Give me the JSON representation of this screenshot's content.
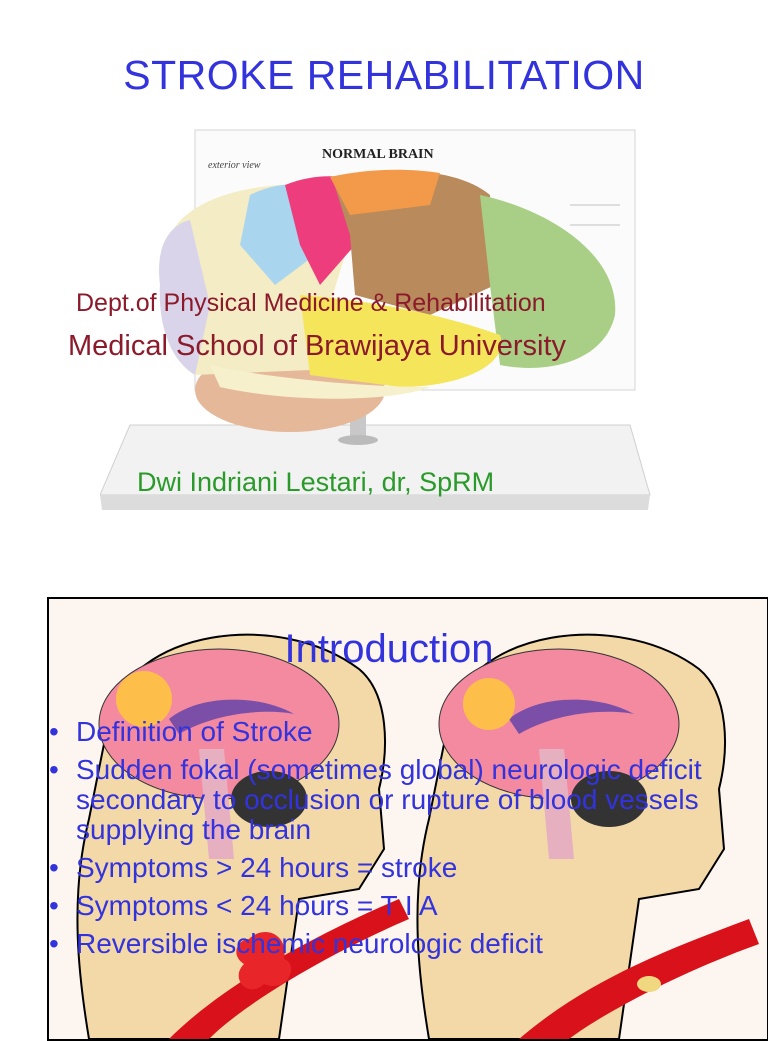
{
  "slide1": {
    "title": "STROKE  REHABILITATION",
    "model_label": "NORMAL BRAIN",
    "model_sublabel": "exterior view",
    "dept": "Dept.of  Physical Medicine & Rehabilitation",
    "school": "Medical School of Brawijaya University",
    "author": "Dwi Indriani Lestari, dr, SpRM"
  },
  "slide2": {
    "title": "Introduction",
    "bullets": [
      "Definition of Stroke",
      "Sudden fokal (sometimes global) neurologic deficit secondary to occlusion or rupture of blood vessels supplying the brain",
      "Symptoms > 24 hours = stroke",
      "Symptoms < 24 hours = T I A",
      "Reversible ischemic neurologic deficit"
    ]
  },
  "colors": {
    "title_blue": "#3333dd",
    "maroon": "#8b1a2b",
    "green": "#2a9a2a"
  }
}
